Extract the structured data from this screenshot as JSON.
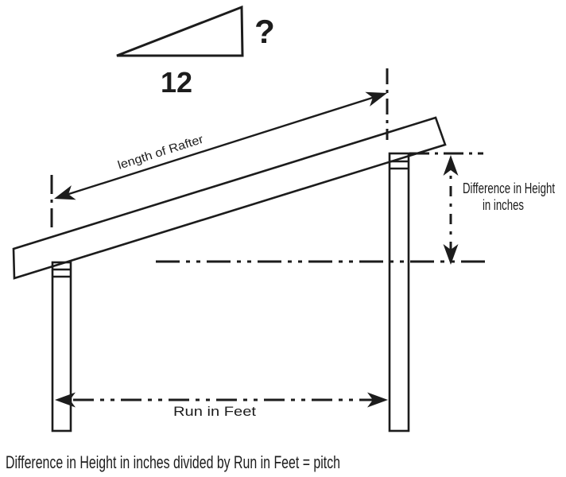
{
  "pitch_triangle": {
    "rise_label": "?",
    "base_label": "12"
  },
  "diagram": {
    "rafter_label": "length of Rafter",
    "height_label_line1": "Difference in Height",
    "height_label_line2": "in inches",
    "run_label": "Run in Feet"
  },
  "caption": "Difference in Height in inches divided by Run in Feet = pitch",
  "colors": {
    "ink": "#1c1c1c",
    "background": "#ffffff"
  }
}
